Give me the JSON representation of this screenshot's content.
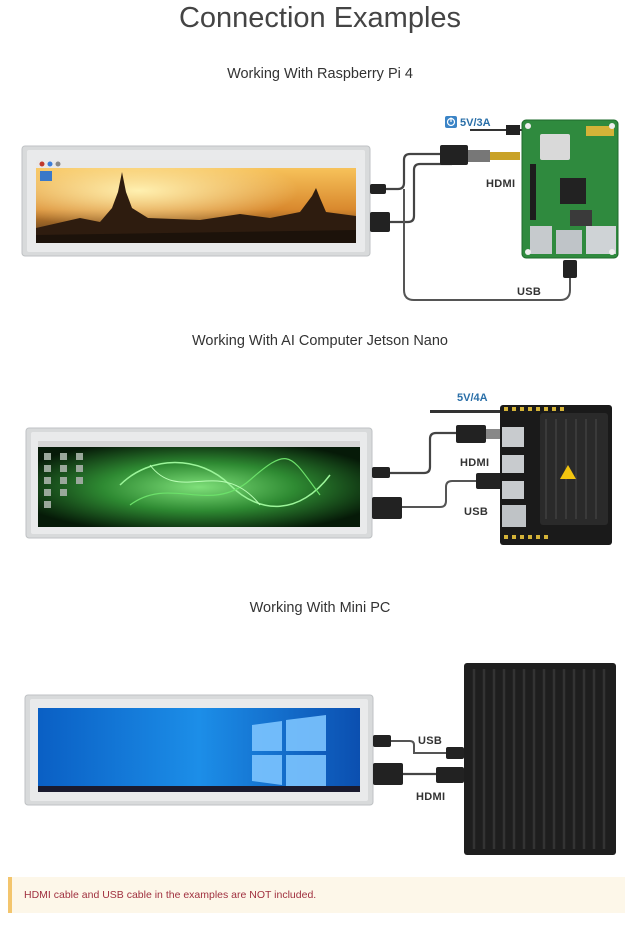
{
  "page_title": "Connection Examples",
  "sections": [
    {
      "heading": "Working With Raspberry Pi 4",
      "power_label": "5V/3A",
      "hdmi_label": "HDMI",
      "usb_label": "USB"
    },
    {
      "heading": "Working With AI Computer Jetson Nano",
      "power_label": "5V/4A",
      "hdmi_label": "HDMI",
      "usb_label": "USB"
    },
    {
      "heading": "Working With Mini PC",
      "usb_label": "USB",
      "hdmi_label": "HDMI"
    }
  ],
  "note": "HDMI cable and USB cable in the examples are NOT included.",
  "colors": {
    "note_bg": "#fdf7e9",
    "note_border": "#f3c56d",
    "note_text": "#a0303f",
    "power_text": "#2a6fa8"
  },
  "icons": [
    "power-icon"
  ]
}
